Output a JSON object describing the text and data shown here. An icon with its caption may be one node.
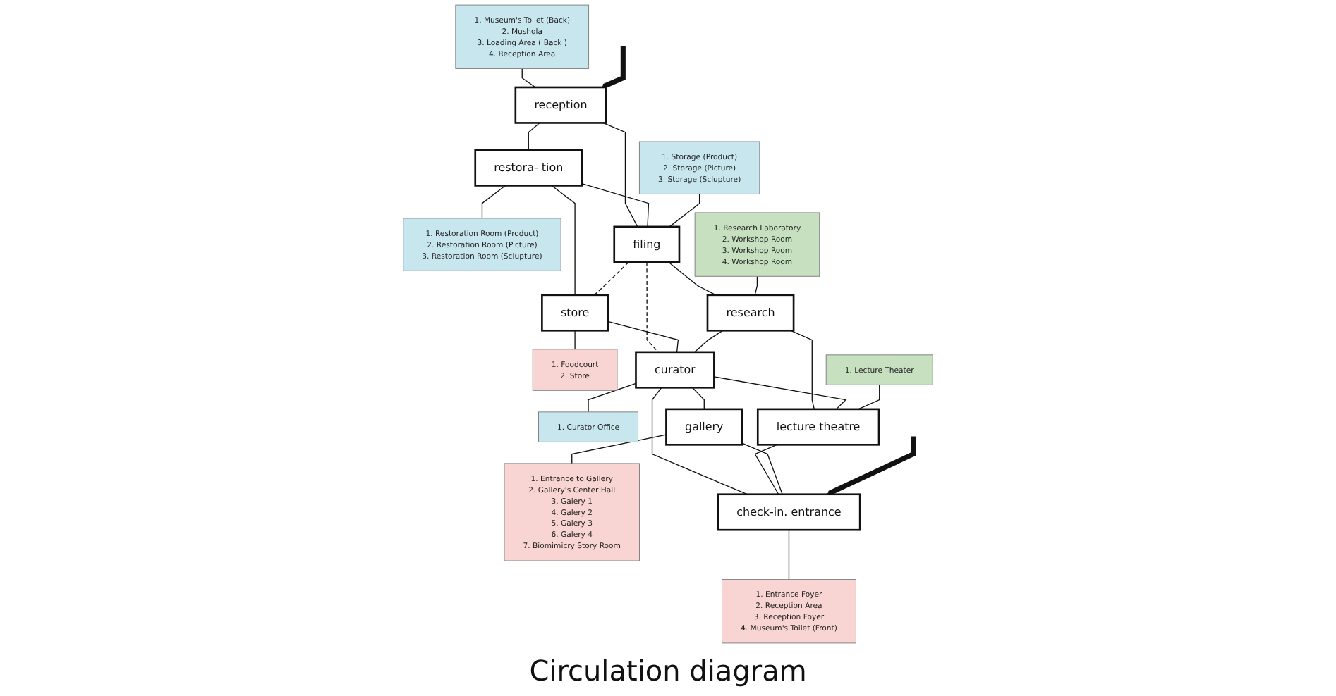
{
  "diagram": {
    "caption": "Circulation diagram",
    "nodes": [
      {
        "text": [
          "1. Museum's Toilet (Back)",
          "2. Mushola",
          "3. Loading Area ( Back )",
          "4. Reception Area"
        ]
      },
      {
        "text": [
          "reception"
        ]
      },
      {
        "text": [
          "restora- tion"
        ]
      },
      {
        "text": [
          "1. Restoration Room (Product)",
          "2. Restoration Room (Picture)",
          "3. Restoration Room (Sclupture)"
        ]
      },
      {
        "text": [
          "1. Storage (Product)",
          "2. Storage (Picture)",
          "3. Storage (Sclupture)"
        ]
      },
      {
        "text": [
          "filing"
        ]
      },
      {
        "text": [
          "store"
        ]
      },
      {
        "text": [
          "1. Foodcourt",
          "2. Store"
        ]
      },
      {
        "text": [
          "1. Research Laboratory",
          "2. Workshop Room",
          "3. Workshop Room",
          "4. Workshop Room"
        ]
      },
      {
        "text": [
          "research"
        ]
      },
      {
        "text": [
          "curator"
        ]
      },
      {
        "text": [
          "1. Curator Office"
        ]
      },
      {
        "text": [
          "1. Lecture Theater"
        ]
      },
      {
        "text": [
          "lecture theatre"
        ]
      },
      {
        "text": [
          "gallery"
        ]
      },
      {
        "text": [
          "1. Entrance to Gallery",
          "2. Gallery's Center Hall",
          "3. Galery 1",
          "4. Galery 2",
          "5. Galery 3",
          "6. Galery 4",
          "7. Biomimicry Story Room"
        ]
      },
      {
        "text": [
          "check-in. entrance"
        ]
      },
      {
        "text": [
          "1. Entrance Foyer",
          "2. Reception Area",
          "3. Reception Foyer",
          "4. Museum's Toilet (Front)"
        ]
      }
    ],
    "edges": [
      {
        "from": 0,
        "to": 1,
        "arrow": "none"
      },
      {
        "from": null,
        "to": 1,
        "arrow": "to",
        "style": "thick"
      },
      {
        "from": 1,
        "to": 2,
        "arrow": "none"
      },
      {
        "from": 2,
        "to": 3,
        "arrow": "none"
      },
      {
        "from": 1,
        "to": 5,
        "arrow": "none"
      },
      {
        "from": 2,
        "to": 5,
        "arrow": "none"
      },
      {
        "from": 2,
        "to": 6,
        "arrow": "none"
      },
      {
        "from": 4,
        "to": 5,
        "arrow": "none"
      },
      {
        "from": 5,
        "to": 6,
        "arrow": "none",
        "style": "dashed"
      },
      {
        "from": 5,
        "to": 10,
        "arrow": "none",
        "style": "dashed"
      },
      {
        "from": 6,
        "to": 7,
        "arrow": "none"
      },
      {
        "from": 5,
        "to": 9,
        "arrow": "none"
      },
      {
        "from": 6,
        "to": 10,
        "arrow": "none"
      },
      {
        "from": 8,
        "to": 9,
        "arrow": "none"
      },
      {
        "from": 9,
        "to": 10,
        "arrow": "none"
      },
      {
        "from": 10,
        "to": 11,
        "arrow": "none"
      },
      {
        "from": 9,
        "to": 13,
        "arrow": "none"
      },
      {
        "from": 10,
        "to": 13,
        "arrow": "none"
      },
      {
        "from": 10,
        "to": 16,
        "arrow": "none"
      },
      {
        "from": 10,
        "to": 14,
        "arrow": "none"
      },
      {
        "from": 12,
        "to": 13,
        "arrow": "none"
      },
      {
        "from": 14,
        "to": 15,
        "arrow": "none"
      },
      {
        "from": 13,
        "to": 16,
        "arrow": "none"
      },
      {
        "from": 14,
        "to": 16,
        "arrow": "none"
      },
      {
        "from": 16,
        "to": 17,
        "arrow": "none"
      },
      {
        "from": null,
        "to": 16,
        "arrow": "to",
        "style": "thick"
      }
    ]
  }
}
